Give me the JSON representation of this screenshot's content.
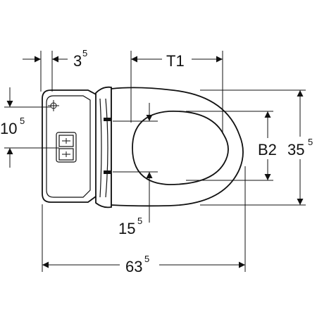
{
  "dimensions": {
    "top_offset": {
      "main": "3",
      "sup": "5"
    },
    "t1": {
      "label": "T1"
    },
    "side_height": {
      "main": "10",
      "sup": "5"
    },
    "b2": {
      "label": "B2"
    },
    "total_width": {
      "main": "35",
      "sup": "5"
    },
    "hinge_offset": {
      "main": "15",
      "sup": "5"
    },
    "total_length": {
      "main": "63",
      "sup": "5"
    }
  }
}
